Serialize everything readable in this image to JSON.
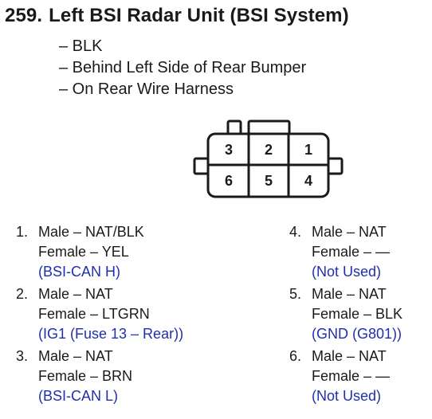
{
  "header": {
    "number": "259.",
    "title": "Left BSI Radar Unit (BSI System)"
  },
  "notes": [
    "– BLK",
    "– Behind Left Side of Rear Bumper",
    "– On Rear Wire Harness"
  ],
  "connector": {
    "cells": [
      "3",
      "2",
      "1",
      "6",
      "5",
      "4"
    ]
  },
  "pins": [
    {
      "index": "1.",
      "male": "Male – NAT/BLK",
      "female": "Female – YEL",
      "note": "(BSI-CAN H)"
    },
    {
      "index": "2.",
      "male": "Male – NAT",
      "female": "Female – LTGRN",
      "note": "(IG1 (Fuse 13 – Rear))"
    },
    {
      "index": "3.",
      "male": "Male – NAT",
      "female": "Female – BRN",
      "note": "(BSI-CAN L)"
    },
    {
      "index": "4.",
      "male": "Male – NAT",
      "female": "Female – —",
      "note": "(Not Used)"
    },
    {
      "index": "5.",
      "male": "Male – NAT",
      "female": "Female – BLK",
      "note": "(GND (G801))"
    },
    {
      "index": "6.",
      "male": "Male – NAT",
      "female": "Female – —",
      "note": "(Not Used)"
    }
  ],
  "colors": {
    "text": "#1a1a1a",
    "note": "#1f2fb0"
  }
}
